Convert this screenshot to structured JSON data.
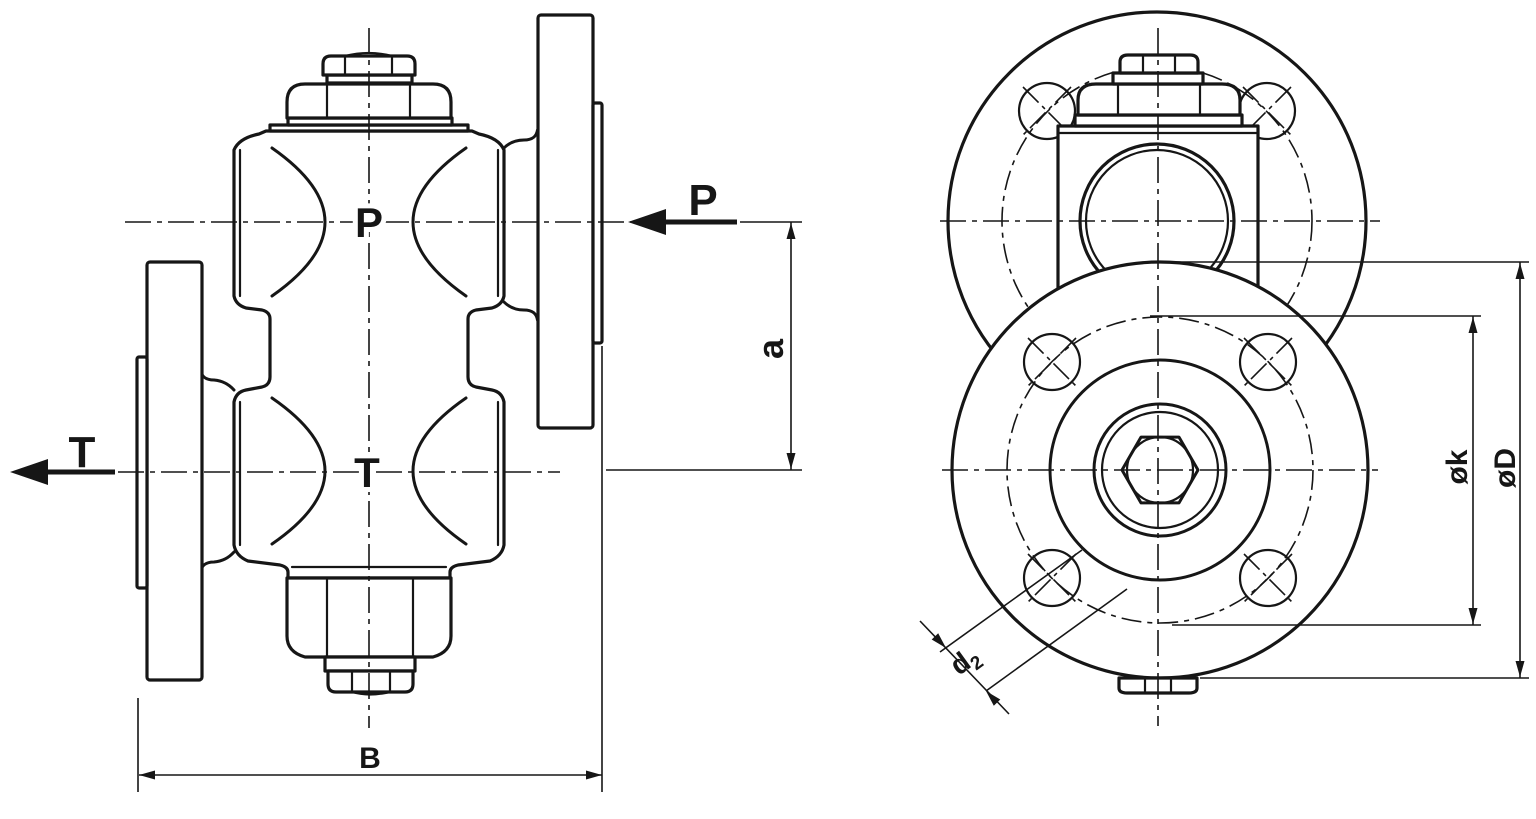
{
  "colors": {
    "line": "#161616",
    "background": "#ffffff"
  },
  "labels": {
    "port_p": "P",
    "port_t": "T",
    "flow_p": "P",
    "flow_t": "T",
    "dim_a": "a",
    "dim_b": "B",
    "dim_bolt_circle": "øk",
    "dim_outer_dia": "øD",
    "dim_hole": "d",
    "dim_hole_sub": "2"
  }
}
